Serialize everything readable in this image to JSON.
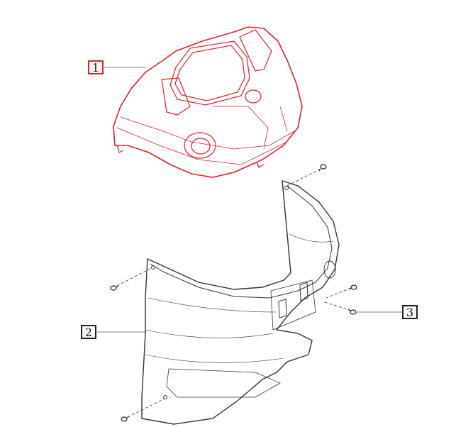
{
  "callouts": [
    {
      "number": "1",
      "part": "instrument-panel-housing",
      "color": "#e0202a"
    },
    {
      "number": "2",
      "part": "lower-cover-panel",
      "color": "#222222"
    },
    {
      "number": "3",
      "part": "screw",
      "color": "#222222"
    }
  ],
  "colors": {
    "highlight": "#e0202a",
    "line": "#222222"
  }
}
